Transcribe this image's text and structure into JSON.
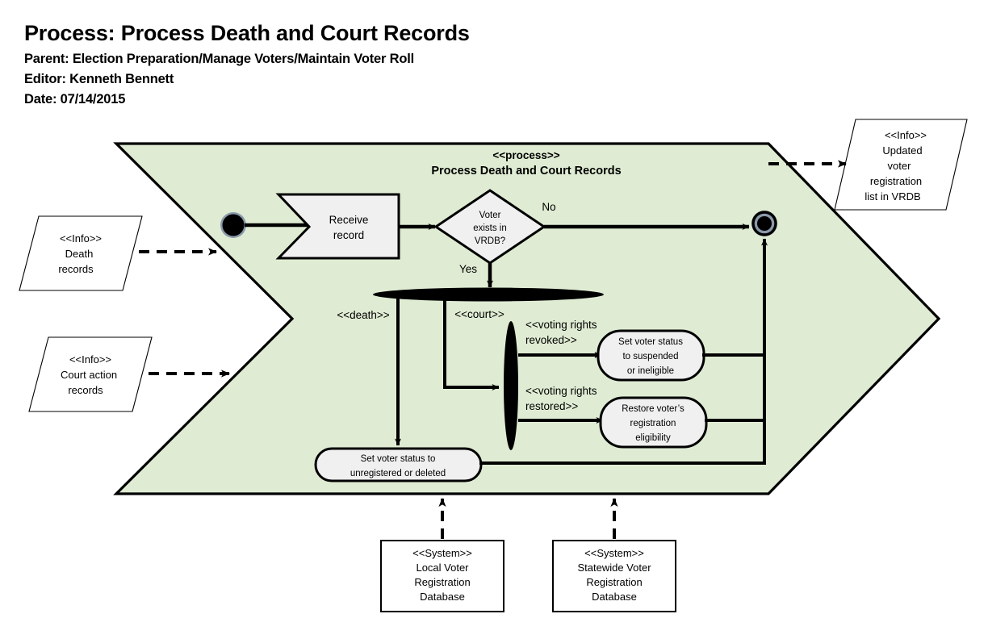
{
  "header": {
    "title": "Process: Process Death and Court Records",
    "parent": "Parent: Election Preparation/Manage Voters/Maintain Voter Roll",
    "editor": "Editor: Kenneth Bennett",
    "date": "Date: 07/14/2015"
  },
  "colors": {
    "process_fill": "#dfecd3",
    "node_fill": "#f0f0f0",
    "outline": "#000000",
    "page_background": "#ffffff",
    "start_node_halo": "#8a99aa"
  },
  "process": {
    "stereotype": "<<process>>",
    "name": "Process Death and Court Records"
  },
  "inputs": [
    {
      "stereotype": "<<Info>>",
      "line1": "Death",
      "line2": "records",
      "line3": "",
      "line4": ""
    },
    {
      "stereotype": "<<Info>>",
      "line1": "Court action",
      "line2": "records",
      "line3": "",
      "line4": ""
    }
  ],
  "output": {
    "stereotype": "<<Info>>",
    "line1": "Updated",
    "line2": "voter",
    "line3": "registration",
    "line4": "list in VRDB"
  },
  "nodes": {
    "receive": {
      "line1": "Receive",
      "line2": "record"
    },
    "decision": {
      "line1": "Voter",
      "line2": "exists in",
      "line3": "VRDB?"
    },
    "suspend": {
      "line1": "Set voter status",
      "line2": "to suspended",
      "line3": "or ineligible"
    },
    "restore": {
      "line1": "Restore voter’s",
      "line2": "registration",
      "line3": "eligibility"
    },
    "unregister": {
      "line1": "Set voter status to",
      "line2": "unregistered or deleted"
    }
  },
  "labels": {
    "yes": "Yes",
    "no": "No",
    "death": "<<death>>",
    "court": "<<court>>",
    "revoked_l1": "<<voting rights",
    "revoked_l2": "revoked>>",
    "restored_l1": "<<voting rights",
    "restored_l2": "restored>>"
  },
  "systems": [
    {
      "stereotype": "<<System>>",
      "line1": "Local Voter",
      "line2": "Registration",
      "line3": "Database"
    },
    {
      "stereotype": "<<System>>",
      "line1": "Statewide Voter",
      "line2": "Registration",
      "line3": "Database"
    }
  ]
}
